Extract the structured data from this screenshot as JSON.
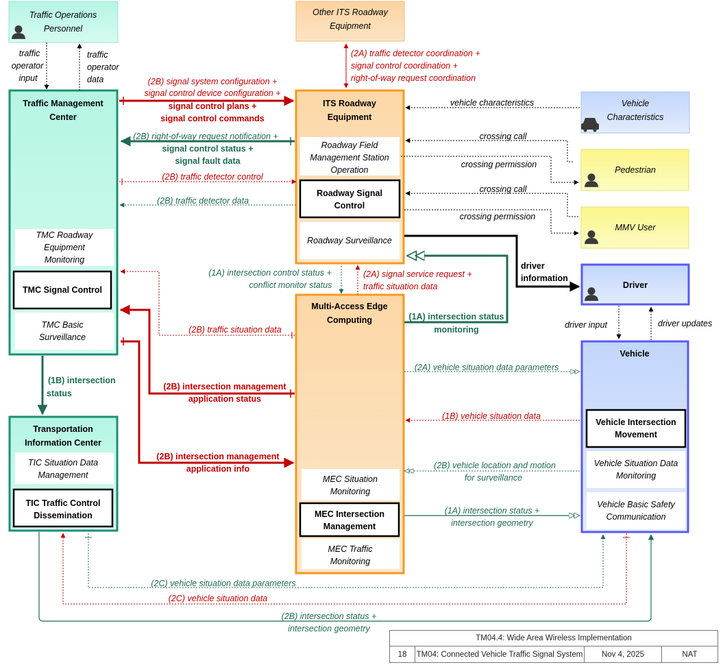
{
  "nodes": {
    "traffic_ops": {
      "line1": "Traffic Operations",
      "line2": "Personnel"
    },
    "other_its": {
      "line1": "Other ITS Roadway",
      "line2": "Equipment"
    },
    "tmc": {
      "line1": "Traffic Management",
      "line2": "Center",
      "roadway_monitoring": [
        "TMC Roadway",
        "Equipment",
        "Monitoring"
      ],
      "signal_control": "TMC Signal Control",
      "basic_surveillance": [
        "TMC Basic",
        "Surveillance"
      ]
    },
    "its": {
      "line1": "ITS Roadway",
      "line2": "Equipment",
      "field_mgmt": [
        "Roadway Field",
        "Management Station",
        "Operation"
      ],
      "signal_control": [
        "Roadway Signal",
        "Control"
      ],
      "surveillance": "Roadway Surveillance"
    },
    "vehicle_char": {
      "line1": "Vehicle",
      "line2": "Characteristics"
    },
    "pedestrian": "Pedestrian",
    "mmv": "MMV User",
    "driver": "Driver",
    "mec": {
      "line1": "Multi-Access Edge",
      "line2": "Computing",
      "situation_monitoring": [
        "MEC Situation",
        "Monitoring"
      ],
      "intersection_mgmt": [
        "MEC Intersection",
        "Management"
      ],
      "traffic_monitoring": [
        "MEC Traffic",
        "Monitoring"
      ]
    },
    "tic": {
      "line1": "Transportation",
      "line2": "Information Center",
      "situation_mgmt": [
        "TIC Situation Data",
        "Management"
      ],
      "traffic_control": [
        "TIC Traffic Control",
        "Dissemination"
      ]
    },
    "vehicle": {
      "title": "Vehicle",
      "intersection_movement": [
        "Vehicle Intersection",
        "Movement"
      ],
      "situation_monitoring": [
        "Vehicle Situation Data",
        "Monitoring"
      ],
      "safety_comm": [
        "Vehicle Basic Safety",
        "Communication"
      ]
    }
  },
  "flows": {
    "op_input": [
      "traffic",
      "operator",
      "input"
    ],
    "op_data": [
      "traffic",
      "operator",
      "data"
    ],
    "f2a_coord": [
      "(2A) traffic detector coordination +",
      "signal control coordination +",
      "right-of-way request coordination"
    ],
    "f2b_config": [
      "(2B) signal system configuration +",
      "signal control device configuration +",
      "signal control plans +",
      "signal control commands"
    ],
    "veh_char": "vehicle characteristics",
    "crossing_call_1": "crossing call",
    "crossing_perm_1": "crossing permission",
    "crossing_call_2": "crossing call",
    "crossing_perm_2": "crossing permission",
    "f2b_row": [
      "(2B) right-of-way request notification +",
      "signal control status +",
      "signal fault data"
    ],
    "f2b_det_ctrl": "(2B) traffic detector control",
    "f2b_det_data": "(2B) traffic detector data",
    "driver_info": [
      "driver",
      "information"
    ],
    "f1a_ctrl_status": [
      "(1A) intersection control status +",
      "conflict monitor status"
    ],
    "f2a_service": [
      "(2A) signal service request +",
      "traffic situation data"
    ],
    "f1a_monitoring": [
      "(1A) intersection status",
      "monitoring"
    ],
    "f2b_situation": "(2B) traffic situation data",
    "driver_input": "driver input",
    "driver_updates": "driver updates",
    "f1b_int_status": [
      "(1B) intersection",
      "status"
    ],
    "f2b_app_status": [
      "(2B) intersection management",
      "application status"
    ],
    "f2a_veh_params": "(2A) vehicle situation data parameters",
    "f1b_veh_data": "(1B) vehicle situation data",
    "f2b_app_info": [
      "(2B) intersection management",
      "application info"
    ],
    "f2b_location": [
      "(2B) vehicle location and motion",
      "for surveillance"
    ],
    "f1a_geometry": [
      "(1A) intersection status +",
      "intersection geometry"
    ],
    "f2c_params": "(2C) vehicle situation data parameters",
    "f2c_data": "(2C) vehicle situation data",
    "f2b_geometry": [
      "(2B) intersection status +",
      "intersection geometry"
    ]
  },
  "footer": {
    "title": "TM04.4: Wide Area Wireless Implementation",
    "page": "18",
    "doc": "TM04: Connected Vehicle Traffic Signal System",
    "date": "Nov 4, 2025",
    "tag": "NAT"
  },
  "colors": {
    "red": "#c00000",
    "green": "#1f6b55",
    "teal_fill": "#b9f5e6",
    "orange_fill": "#fcd9aa",
    "blue_fill": "#ccdcfb",
    "yellow_fill": "#fbf78e",
    "purple_border": "#5a5af0"
  }
}
